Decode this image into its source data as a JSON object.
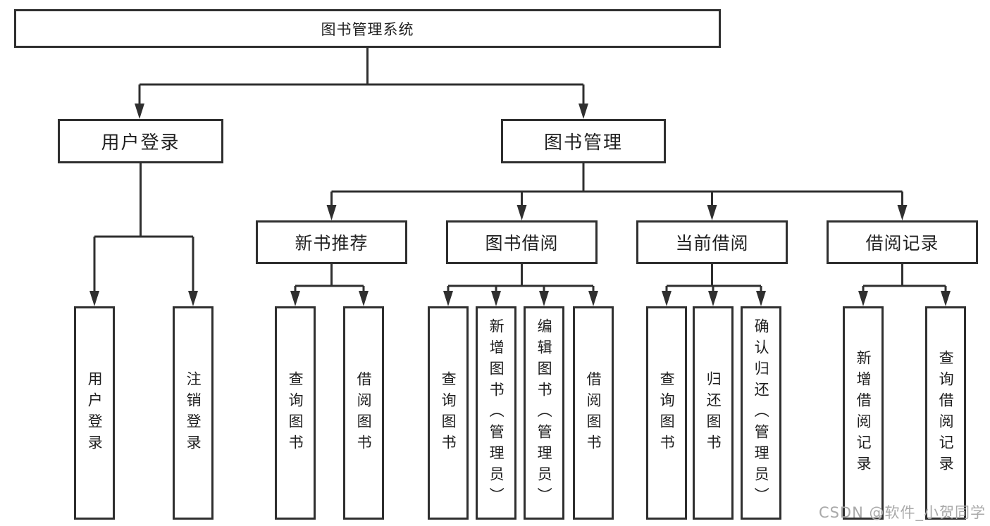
{
  "diagram": {
    "root": {
      "label": "图书管理系统"
    },
    "level2": [
      {
        "label": "用户登录"
      },
      {
        "label": "图书管理"
      }
    ],
    "level3": [
      {
        "label": "新书推荐"
      },
      {
        "label": "图书借阅"
      },
      {
        "label": "当前借阅"
      },
      {
        "label": "借阅记录"
      }
    ],
    "leaves": {
      "user_login": [
        "用户登录",
        "注销登录"
      ],
      "new_book": [
        "查询图书",
        "借阅图书"
      ],
      "book_borrow": [
        "查询图书",
        "新增图书（管理员）",
        "编辑图书（管理员）",
        "借阅图书"
      ],
      "current_borrow": [
        "查询图书",
        "归还图书",
        "确认归还（管理员）"
      ],
      "borrow_record": [
        "新增借阅记录",
        "查询借阅记录"
      ]
    }
  },
  "watermark": {
    "text": "CSDN @软件_小贺同学"
  },
  "colors": {
    "line": "#2f2f2f",
    "border": "#2f2f2f",
    "text": "#1f1f1f",
    "watermark": "#a9a9a9",
    "background": "#ffffff"
  }
}
